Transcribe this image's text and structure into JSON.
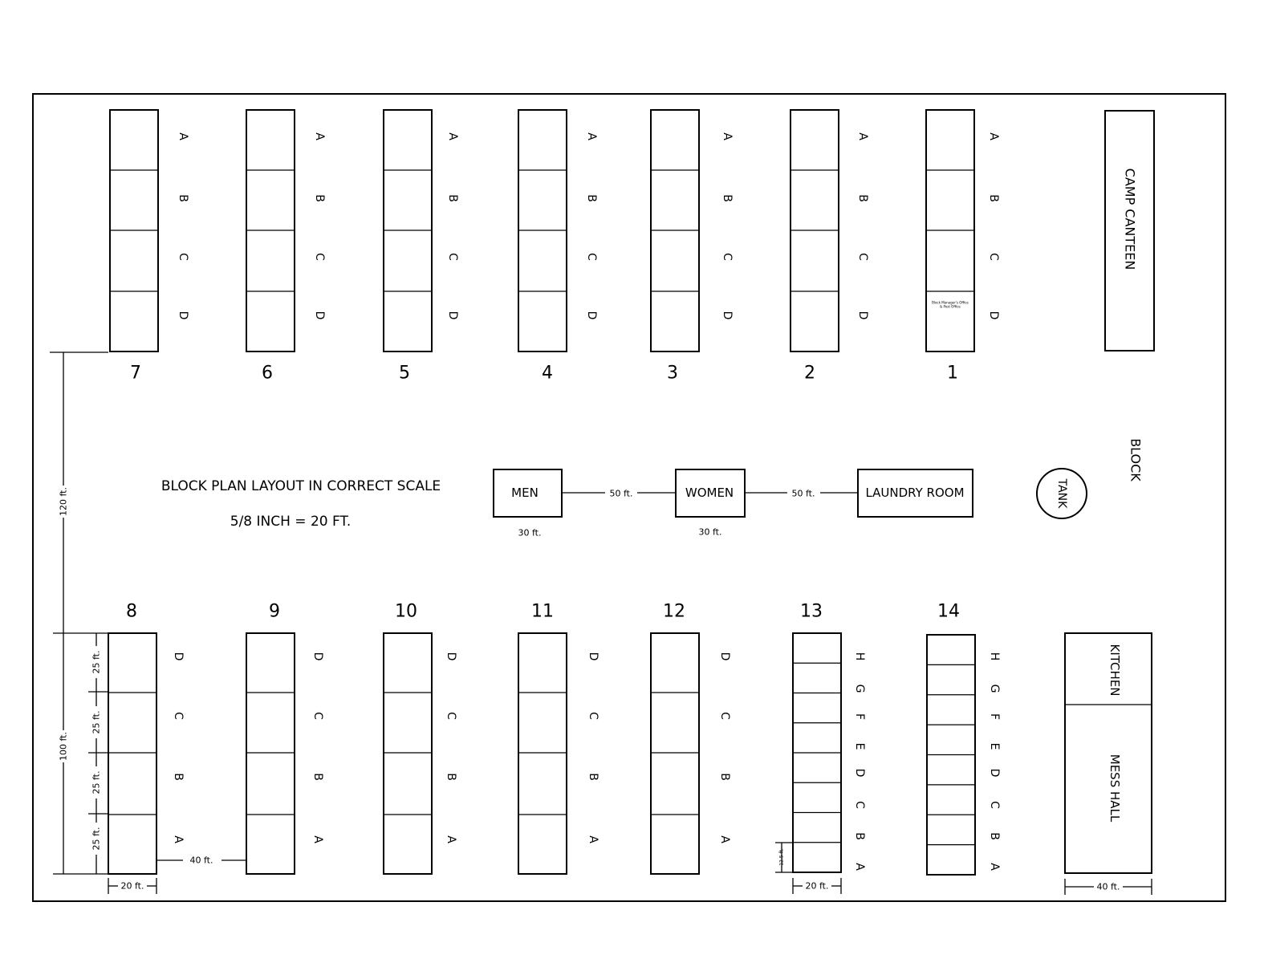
{
  "title": "BLOCK PLAN LAYOUT IN CORRECT SCALE",
  "scale": "5/8 INCH = 20 FT.",
  "block_label": "BLOCK",
  "top_barracks": [
    {
      "number": "7",
      "units": [
        "A",
        "B",
        "C",
        "D"
      ]
    },
    {
      "number": "6",
      "units": [
        "A",
        "B",
        "C",
        "D"
      ]
    },
    {
      "number": "5",
      "units": [
        "A",
        "B",
        "C",
        "D"
      ]
    },
    {
      "number": "4",
      "units": [
        "A",
        "B",
        "C",
        "D"
      ]
    },
    {
      "number": "3",
      "units": [
        "A",
        "B",
        "C",
        "D"
      ]
    },
    {
      "number": "2",
      "units": [
        "A",
        "B",
        "C",
        "D"
      ]
    },
    {
      "number": "1",
      "units": [
        "A",
        "B",
        "C",
        "D"
      ],
      "office_note_line1": "Block Manager's Office",
      "office_note_line2": "& Post Office"
    }
  ],
  "bottom_barracks": [
    {
      "number": "8",
      "units": [
        "D",
        "C",
        "B",
        "A"
      ]
    },
    {
      "number": "9",
      "units": [
        "D",
        "C",
        "B",
        "A"
      ]
    },
    {
      "number": "10",
      "units": [
        "D",
        "C",
        "B",
        "A"
      ]
    },
    {
      "number": "11",
      "units": [
        "D",
        "C",
        "B",
        "A"
      ]
    },
    {
      "number": "12",
      "units": [
        "D",
        "C",
        "B",
        "A"
      ]
    },
    {
      "number": "13",
      "units": [
        "H",
        "G",
        "F",
        "E",
        "D",
        "C",
        "B",
        "A"
      ]
    },
    {
      "number": "14",
      "units": [
        "H",
        "G",
        "F",
        "E",
        "D",
        "C",
        "B",
        "A"
      ]
    }
  ],
  "facilities": {
    "camp_canteen": "CAMP CANTEEN",
    "men": "MEN",
    "women": "WOMEN",
    "laundry": "LAUNDRY ROOM",
    "tank": "TANK",
    "kitchen": "KITCHEN",
    "mess_hall": "MESS HALL"
  },
  "dimensions": {
    "block_depth": "120 ft.",
    "barrack_length": "100 ft.",
    "unit_length": "25 ft.",
    "small_unit_length": "12.5 ft.",
    "barrack_width": "20 ft.",
    "barrack_spacing": "40 ft.",
    "latrine_spacing": "50 ft.",
    "latrine_width": "30 ft.",
    "mess_width": "40 ft."
  }
}
